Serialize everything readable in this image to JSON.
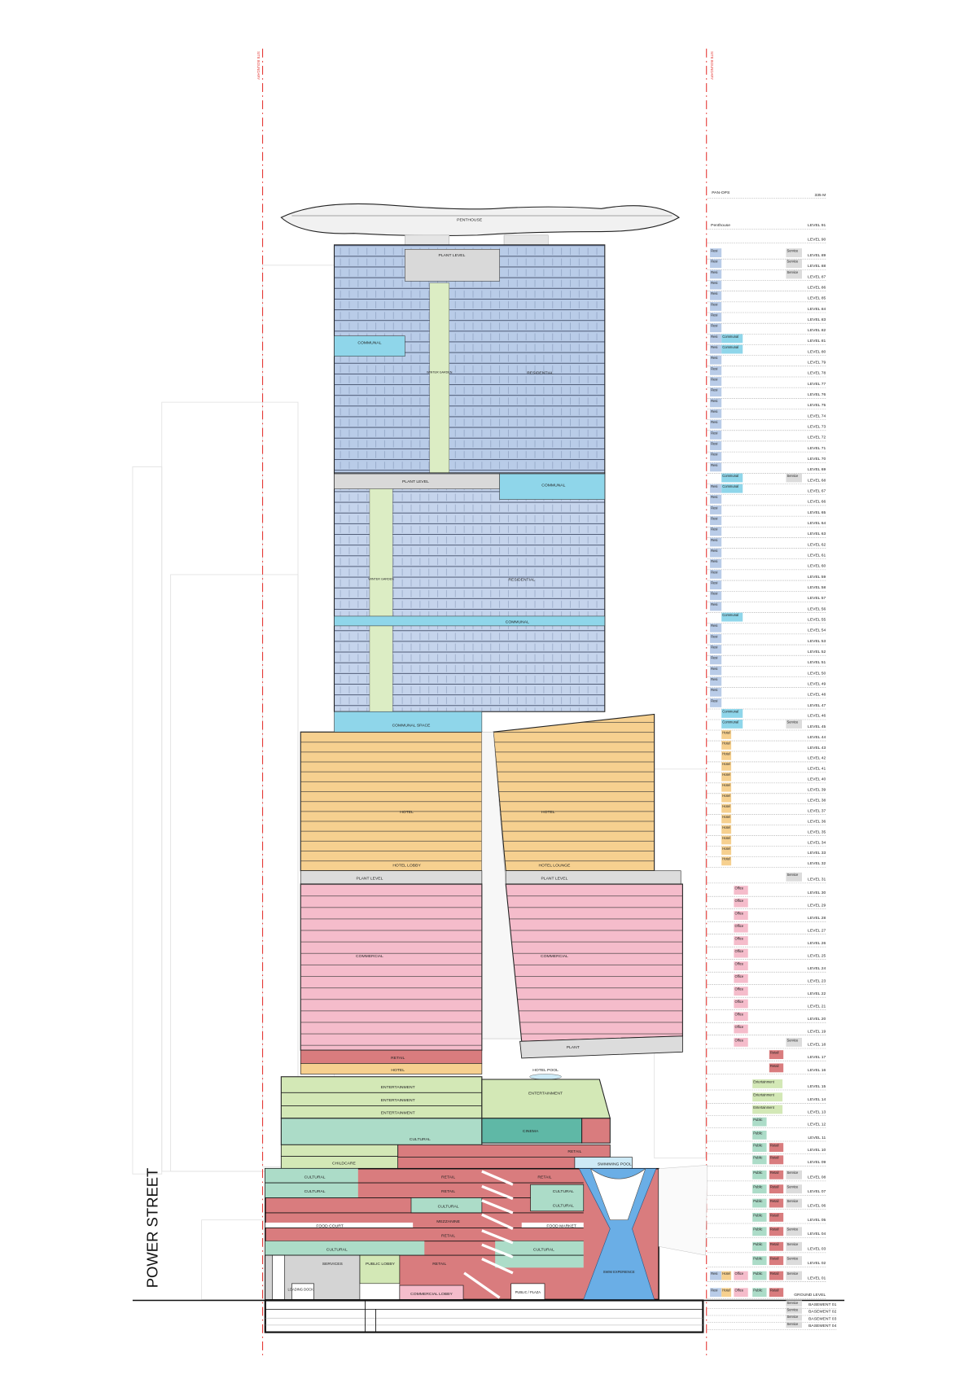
{
  "site_boundary_label": "SITE BOUNDARY",
  "street_label": "POWER STREET",
  "colors": {
    "residential": "#b9cce8",
    "communal": "#8fd6ea",
    "water_garden": "#dcedc4",
    "plant": "#d9d9d9",
    "hotel": "#f6d08f",
    "commercial": "#f5bccb",
    "retail": "#d97c7e",
    "entertainment": "#d3e8b6",
    "cultural": "#acdcc8",
    "cinema": "#5fb8a6",
    "pool": "#cdeaf6",
    "swim_experience": "#6aaee6",
    "site_boundary": "#e53935"
  },
  "building": {
    "penthouse": "PENTHOUSE",
    "plant_level_top": "PLANT LEVEL",
    "communal_upper": "COMMUNAL",
    "water_garden_upper": "WINTER GARDEN",
    "residential_upper": "RESIDENTIAL",
    "plant_level_mid": "PLANT LEVEL",
    "communal_mid": "COMMUNAL",
    "water_garden_lower": "WINTER GARDEN",
    "residential_lower": "RESIDENTIAL",
    "communal_band": "COMMUNAL",
    "communal_space": "COMMUNAL SPACE",
    "hotel_left": "HOTEL",
    "hotel_right": "HOTEL",
    "hotel_lobby": "HOTEL LOBBY",
    "hotel_lounge": "HOTEL LOUNGE",
    "plant_left": "PLANT LEVEL",
    "plant_right": "PLANT LEVEL",
    "commercial_left": "COMMERCIAL",
    "commercial_right": "COMMERCIAL",
    "plant_low": "PLANT",
    "retail_podium": "RETAIL",
    "hotel_podium": "HOTEL",
    "hotel_pool": "HOTEL POOL",
    "entertainment_1": "ENTERTAINMENT",
    "entertainment_2": "ENTERTAINMENT",
    "entertainment_3": "ENTERTAINMENT",
    "entertainment_right": "ENTERTAINMENT",
    "cultural_1": "CULTURAL",
    "cinema": "CINEMA",
    "childcare": "CHILDCARE",
    "retail_1": "RETAIL",
    "swimming_pool": "SWIMMING POOL",
    "cultural_2": "CULTURAL",
    "retail_2": "RETAIL",
    "retail_3": "RETAIL",
    "cultural_3": "CULTURAL",
    "retail_4": "RETAIL",
    "retail_5": "RETAIL",
    "cultural_4": "CULTURAL",
    "cultural_5": "CULTURAL",
    "food_court": "FOOD COURT",
    "mezzanine": "MEZZANINE",
    "food_market": "FOOD MARKET",
    "retail_6": "RETAIL",
    "cultural_6": "CULTURAL",
    "cultural_7": "CULTURAL",
    "services": "SERVICES",
    "public_lobby": "PUBLIC LOBBY",
    "retail_7": "RETAIL",
    "swim_experience": "SWIM EXPERIENCE",
    "loading_dock": "LOADING DOCK",
    "commercial_lobby": "COMMERCIAL LOBBY",
    "public_plaza": "PUBLIC / PLAZA"
  },
  "legend": {
    "top": {
      "label": "PAN-OPS",
      "height": "335 M"
    },
    "use_colors": {
      "Resi": "#b9cce8",
      "Communal": "#8fd6ea",
      "Hotel": "#f6d08f",
      "Office": "#f5bccb",
      "Entertainment": "#d3e8b6",
      "Public": "#acdcc8",
      "Retail": "#d97c7e",
      "Service": "#dcdcdc"
    },
    "levels": [
      {
        "level": "LEVEL 91",
        "note": "Penthouse",
        "uses": []
      },
      {
        "level": "LEVEL 90",
        "uses": []
      },
      {
        "level": "LEVEL 89",
        "uses": [
          "Resi",
          "Service"
        ]
      },
      {
        "level": "LEVEL 88",
        "uses": [
          "Resi",
          "Service"
        ]
      },
      {
        "level": "LEVEL 87",
        "uses": [
          "Resi",
          "Service"
        ]
      },
      {
        "level": "LEVEL 86",
        "uses": [
          "Resi"
        ]
      },
      {
        "level": "LEVEL 85",
        "uses": [
          "Resi"
        ]
      },
      {
        "level": "LEVEL 84",
        "uses": [
          "Resi"
        ]
      },
      {
        "level": "LEVEL 83",
        "uses": [
          "Resi"
        ]
      },
      {
        "level": "LEVEL 82",
        "uses": [
          "Resi"
        ]
      },
      {
        "level": "LEVEL 81",
        "uses": [
          "Resi",
          "Communal"
        ]
      },
      {
        "level": "LEVEL 80",
        "uses": [
          "Resi",
          "Communal"
        ]
      },
      {
        "level": "LEVEL 79",
        "uses": [
          "Resi"
        ]
      },
      {
        "level": "LEVEL 78",
        "uses": [
          "Resi"
        ]
      },
      {
        "level": "LEVEL 77",
        "uses": [
          "Resi"
        ]
      },
      {
        "level": "LEVEL 76",
        "uses": [
          "Resi"
        ]
      },
      {
        "level": "LEVEL 75",
        "uses": [
          "Resi"
        ]
      },
      {
        "level": "LEVEL 74",
        "uses": [
          "Resi"
        ]
      },
      {
        "level": "LEVEL 73",
        "uses": [
          "Resi"
        ]
      },
      {
        "level": "LEVEL 72",
        "uses": [
          "Resi"
        ]
      },
      {
        "level": "LEVEL 71",
        "uses": [
          "Resi"
        ]
      },
      {
        "level": "LEVEL 70",
        "uses": [
          "Resi"
        ]
      },
      {
        "level": "LEVEL 69",
        "uses": [
          "Resi"
        ]
      },
      {
        "level": "LEVEL 68",
        "uses": [
          "Communal",
          "Service"
        ]
      },
      {
        "level": "LEVEL 67",
        "uses": [
          "Resi",
          "Communal"
        ]
      },
      {
        "level": "LEVEL 66",
        "uses": [
          "Resi"
        ]
      },
      {
        "level": "LEVEL 65",
        "uses": [
          "Resi"
        ]
      },
      {
        "level": "LEVEL 64",
        "uses": [
          "Resi"
        ]
      },
      {
        "level": "LEVEL 63",
        "uses": [
          "Resi"
        ]
      },
      {
        "level": "LEVEL 62",
        "uses": [
          "Resi"
        ]
      },
      {
        "level": "LEVEL 61",
        "uses": [
          "Resi"
        ]
      },
      {
        "level": "LEVEL 60",
        "uses": [
          "Resi"
        ]
      },
      {
        "level": "LEVEL 59",
        "uses": [
          "Resi"
        ]
      },
      {
        "level": "LEVEL 58",
        "uses": [
          "Resi"
        ]
      },
      {
        "level": "LEVEL 57",
        "uses": [
          "Resi"
        ]
      },
      {
        "level": "LEVEL 56",
        "uses": [
          "Resi"
        ]
      },
      {
        "level": "LEVEL 55",
        "uses": [
          "Communal"
        ]
      },
      {
        "level": "LEVEL 54",
        "uses": [
          "Resi"
        ]
      },
      {
        "level": "LEVEL 53",
        "uses": [
          "Resi"
        ]
      },
      {
        "level": "LEVEL 52",
        "uses": [
          "Resi"
        ]
      },
      {
        "level": "LEVEL 51",
        "uses": [
          "Resi"
        ]
      },
      {
        "level": "LEVEL 50",
        "uses": [
          "Resi"
        ]
      },
      {
        "level": "LEVEL 49",
        "uses": [
          "Resi"
        ]
      },
      {
        "level": "LEVEL 48",
        "uses": [
          "Resi"
        ]
      },
      {
        "level": "LEVEL 47",
        "uses": [
          "Resi"
        ]
      },
      {
        "level": "LEVEL 46",
        "uses": [
          "Communal"
        ]
      },
      {
        "level": "LEVEL 45",
        "uses": [
          "Communal",
          "Service"
        ]
      },
      {
        "level": "LEVEL 44",
        "uses": [
          "Hotel"
        ]
      },
      {
        "level": "LEVEL 43",
        "uses": [
          "Hotel"
        ]
      },
      {
        "level": "LEVEL 42",
        "uses": [
          "Hotel"
        ]
      },
      {
        "level": "LEVEL 41",
        "uses": [
          "Hotel"
        ]
      },
      {
        "level": "LEVEL 40",
        "uses": [
          "Hotel"
        ]
      },
      {
        "level": "LEVEL 39",
        "uses": [
          "Hotel"
        ]
      },
      {
        "level": "LEVEL 38",
        "uses": [
          "Hotel"
        ]
      },
      {
        "level": "LEVEL 37",
        "uses": [
          "Hotel"
        ]
      },
      {
        "level": "LEVEL 36",
        "uses": [
          "Hotel"
        ]
      },
      {
        "level": "LEVEL 35",
        "uses": [
          "Hotel"
        ]
      },
      {
        "level": "LEVEL 34",
        "uses": [
          "Hotel"
        ]
      },
      {
        "level": "LEVEL 33",
        "uses": [
          "Hotel"
        ]
      },
      {
        "level": "LEVEL 32",
        "uses": [
          "Hotel"
        ]
      },
      {
        "level": "LEVEL 31",
        "uses": [
          "Service"
        ]
      },
      {
        "level": "LEVEL 30",
        "uses": [
          "Office"
        ]
      },
      {
        "level": "LEVEL 29",
        "uses": [
          "Office"
        ]
      },
      {
        "level": "LEVEL 28",
        "uses": [
          "Office"
        ]
      },
      {
        "level": "LEVEL 27",
        "uses": [
          "Office"
        ]
      },
      {
        "level": "LEVEL 26",
        "uses": [
          "Office"
        ]
      },
      {
        "level": "LEVEL 25",
        "uses": [
          "Office"
        ]
      },
      {
        "level": "LEVEL 24",
        "uses": [
          "Office"
        ]
      },
      {
        "level": "LEVEL 23",
        "uses": [
          "Office"
        ]
      },
      {
        "level": "LEVEL 22",
        "uses": [
          "Office"
        ]
      },
      {
        "level": "LEVEL 21",
        "uses": [
          "Office"
        ]
      },
      {
        "level": "LEVEL 20",
        "uses": [
          "Office"
        ]
      },
      {
        "level": "LEVEL 19",
        "uses": [
          "Office"
        ]
      },
      {
        "level": "LEVEL 18",
        "uses": [
          "Office",
          "Service"
        ]
      },
      {
        "level": "LEVEL 17",
        "uses": [
          "Retail"
        ]
      },
      {
        "level": "LEVEL 16",
        "uses": [
          "Retail"
        ]
      },
      {
        "level": "LEVEL 15",
        "uses": [
          "Entertainment"
        ]
      },
      {
        "level": "LEVEL 14",
        "uses": [
          "Entertainment"
        ]
      },
      {
        "level": "LEVEL 13",
        "uses": [
          "Entertainment"
        ]
      },
      {
        "level": "LEVEL 12",
        "uses": [
          "Public"
        ]
      },
      {
        "level": "LEVEL 11",
        "uses": [
          "Public"
        ]
      },
      {
        "level": "LEVEL 10",
        "uses": [
          "Public",
          "Retail"
        ]
      },
      {
        "level": "LEVEL 09",
        "uses": [
          "Public",
          "Retail"
        ]
      },
      {
        "level": "LEVEL 08",
        "uses": [
          "Public",
          "Retail",
          "Service"
        ]
      },
      {
        "level": "LEVEL 07",
        "uses": [
          "Public",
          "Retail",
          "Service"
        ]
      },
      {
        "level": "LEVEL 06",
        "uses": [
          "Public",
          "Retail",
          "Service"
        ]
      },
      {
        "level": "LEVEL 05",
        "uses": [
          "Public",
          "Retail"
        ]
      },
      {
        "level": "LEVEL 04",
        "uses": [
          "Public",
          "Retail",
          "Service"
        ]
      },
      {
        "level": "LEVEL 03",
        "uses": [
          "Public",
          "Retail",
          "Service"
        ]
      },
      {
        "level": "LEVEL 02",
        "uses": [
          "Public",
          "Retail",
          "Service"
        ]
      },
      {
        "level": "LEVEL 01",
        "uses": [
          "Resi",
          "Hotel",
          "Office",
          "Public",
          "Retail",
          "Service"
        ]
      },
      {
        "level": "GROUND LEVEL",
        "uses": [
          "Resi",
          "Hotel",
          "Office",
          "Public",
          "Retail"
        ]
      },
      {
        "level": "BASEMENT 01",
        "uses": [
          "Service"
        ]
      },
      {
        "level": "BASEMENT 02",
        "uses": [
          "Service"
        ]
      },
      {
        "level": "BASEMENT 03",
        "uses": [
          "Service"
        ]
      },
      {
        "level": "BASEMENT 04",
        "uses": [
          "Service"
        ]
      }
    ]
  }
}
